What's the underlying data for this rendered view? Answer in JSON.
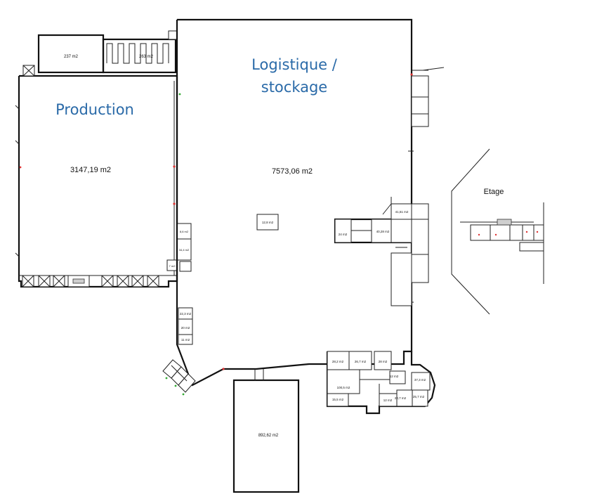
{
  "zones": {
    "production": "Production",
    "logistique_line1": "Logistique /",
    "logistique_line2": "stockage",
    "etage": "Etage"
  },
  "areas": {
    "production": "3147,19 m2",
    "logistique": "7573,06 m2",
    "annex_237": "237 m2",
    "annex_263": "263 m2",
    "annex_892": "892,62 m2",
    "center_room": "12,8 m2",
    "right_41": "41,51 m2",
    "right_40": "40,28 m2",
    "right_24": "24 m2",
    "left_22": "22,3 m2",
    "left_20": "20 m2",
    "left_11": "11 m2",
    "bottom_28_2": "28,2 m2",
    "bottom_26_7": "26,7 m2",
    "bottom_28": "28 m2",
    "bottom_100": "100,5 m2",
    "bottom_12": "12 m2",
    "bottom_12b": "12 m2",
    "bottom_37": "37,3 m2",
    "bottom_15": "15,5 m2",
    "bottom_20_7": "20,7 m2",
    "bottom_25_7": "25,7 m2",
    "left_small_8": "8,6 m2",
    "left_small_34": "34,4 m2",
    "left_small_7": "7 m2"
  }
}
